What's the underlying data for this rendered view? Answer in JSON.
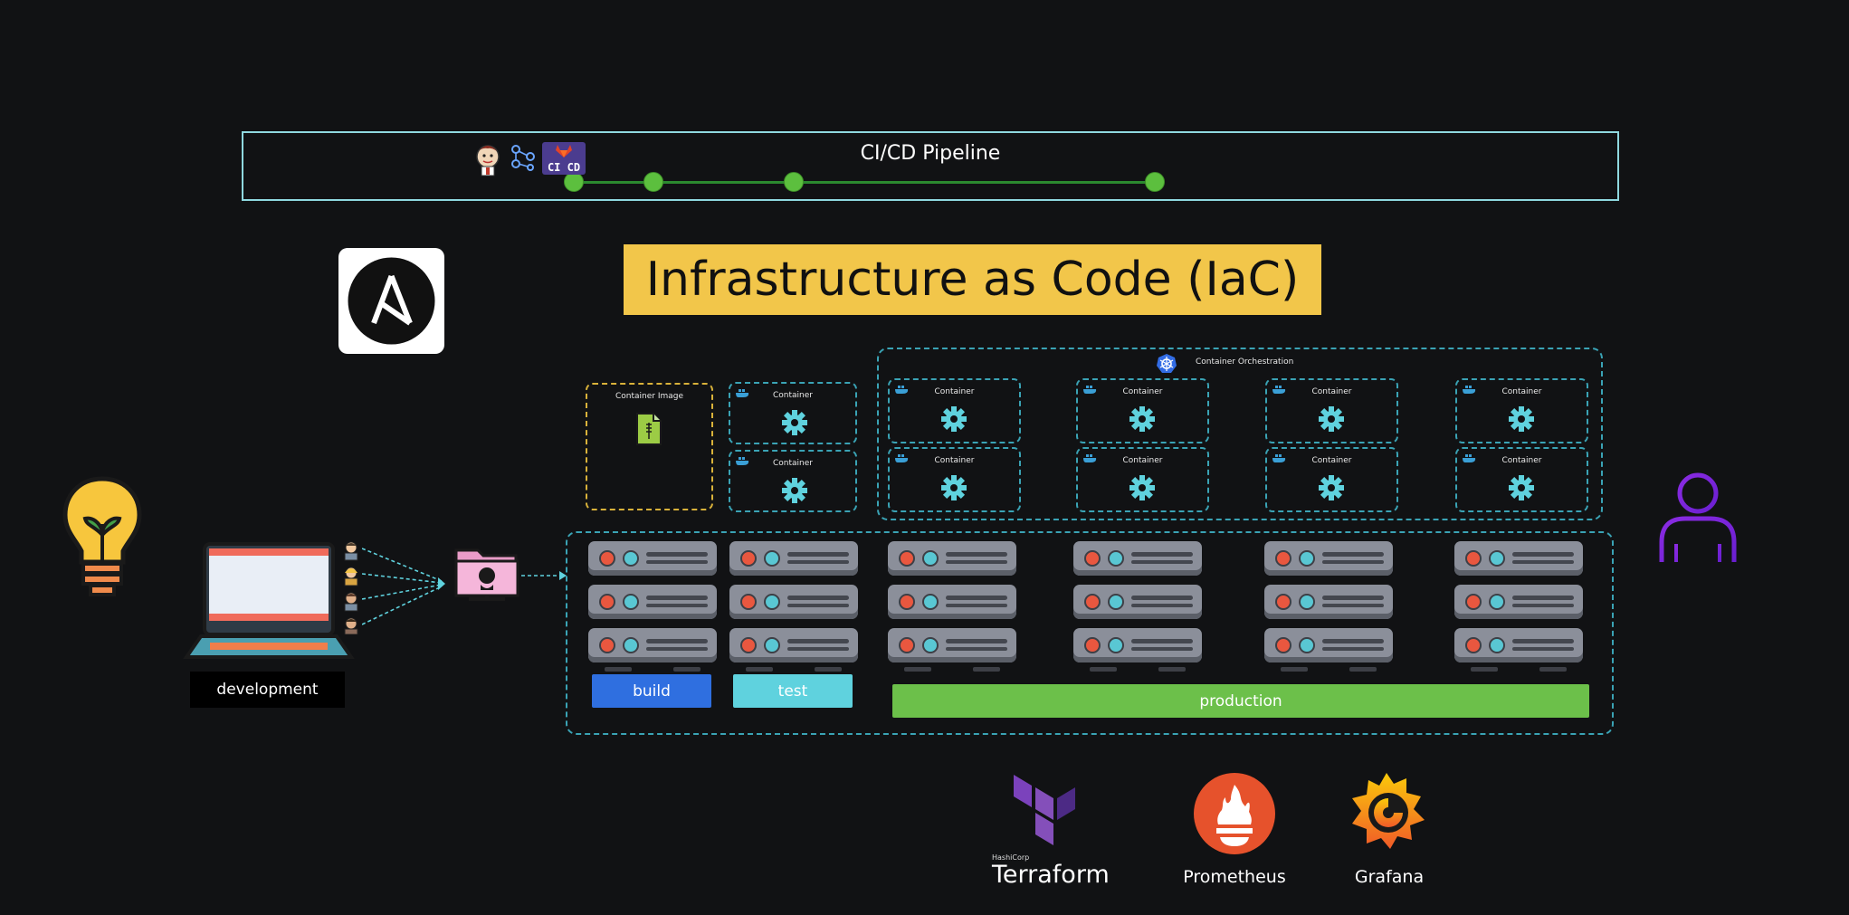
{
  "pipeline": {
    "title": "CI/CD Pipeline",
    "tool_icons": [
      "jenkins-icon",
      "github-actions-icon",
      "gitlab-cicd-icon"
    ],
    "gitlab_badge_text": "CI CD",
    "stage_count": 4
  },
  "iac": {
    "title": "Infrastructure as Code (IaC)"
  },
  "ansible": {
    "icon": "ansible-icon"
  },
  "orchestration": {
    "label": "Container Orchestration",
    "icon": "kubernetes-icon"
  },
  "container_image": {
    "label": "Container Image"
  },
  "container": {
    "label": "Container"
  },
  "environments": {
    "development": "development",
    "build": "build",
    "test": "test",
    "production": "production"
  },
  "tools": {
    "terraform_small": "HashiCorp",
    "terraform": "Terraform",
    "prometheus": "Prometheus",
    "grafana": "Grafana"
  },
  "colors": {
    "background": "#111214",
    "pipeline_border": "#8fd8df",
    "stage_dot": "#5cbf3e",
    "iac_banner": "#f2c64a",
    "build": "#2f6fe0",
    "test": "#5fd2de",
    "production": "#6cc04a",
    "dashed_border": "#3aa3b5"
  }
}
